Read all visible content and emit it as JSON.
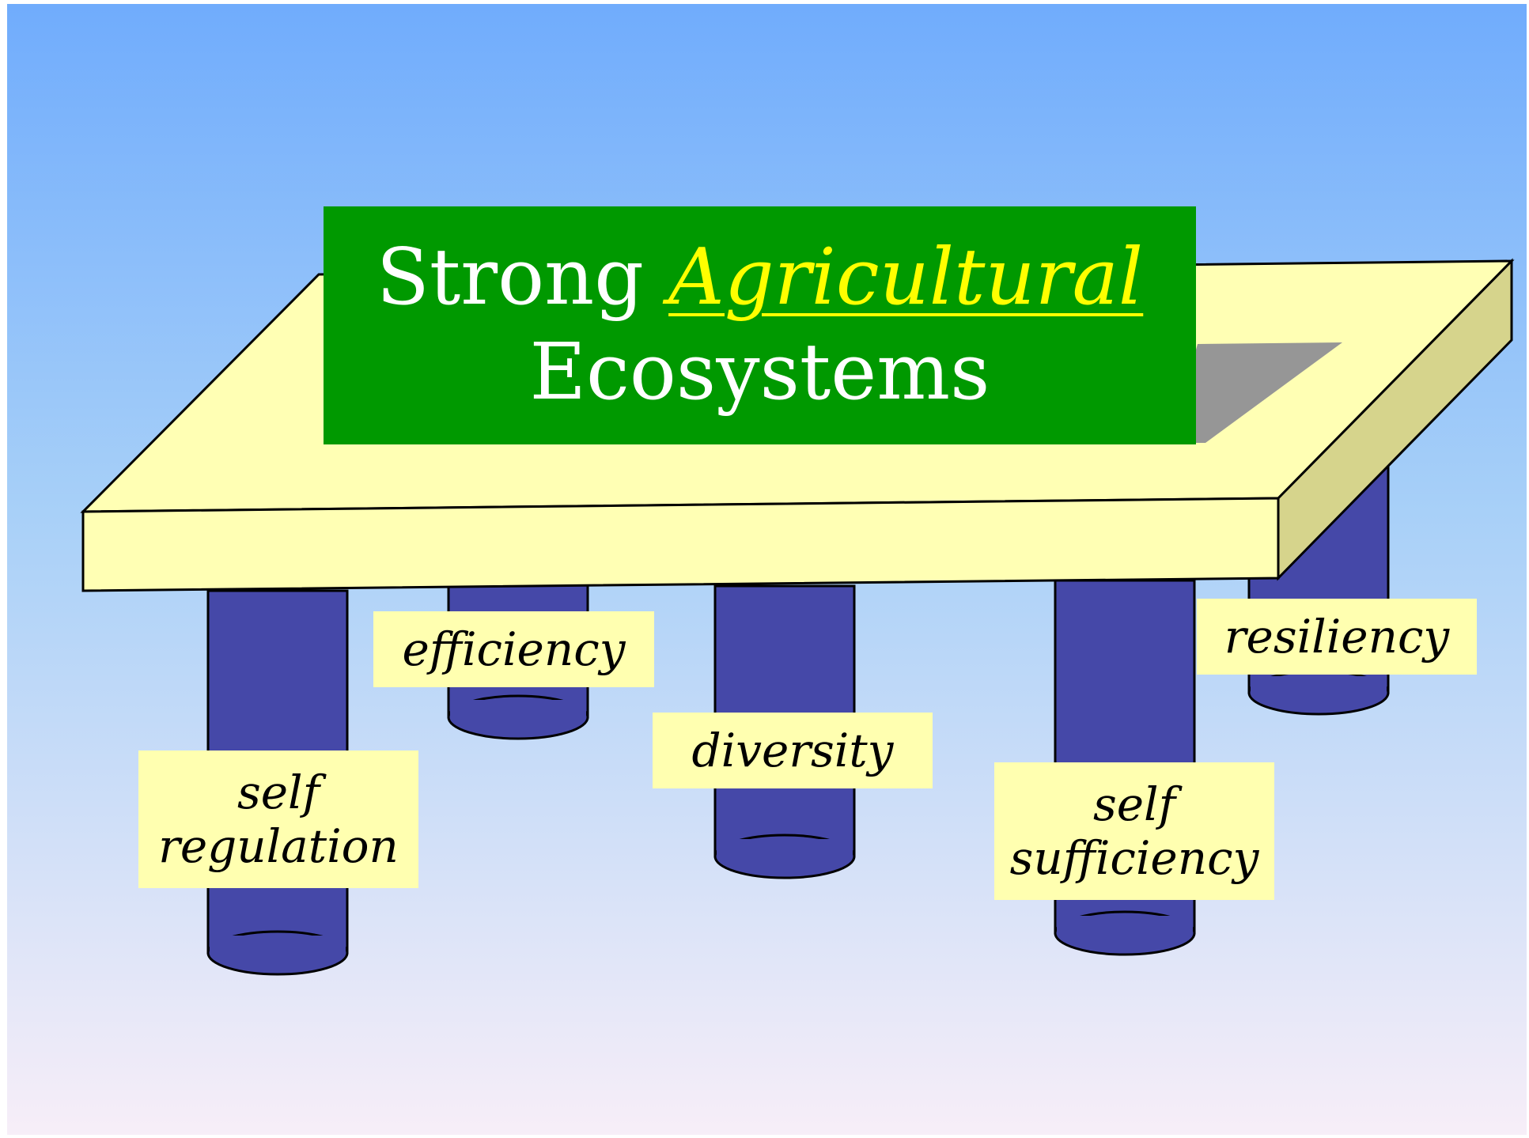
{
  "title": {
    "word1": "Strong",
    "highlight": "Agricultural",
    "line2": "Ecosystems"
  },
  "pillars": [
    {
      "id": "self-regulation",
      "lines": [
        "self",
        "regulation"
      ]
    },
    {
      "id": "efficiency",
      "lines": [
        "efficiency"
      ]
    },
    {
      "id": "diversity",
      "lines": [
        "diversity"
      ]
    },
    {
      "id": "self-sufficiency",
      "lines": [
        "self",
        "sufficiency"
      ]
    },
    {
      "id": "resiliency",
      "lines": [
        "resiliency"
      ]
    }
  ],
  "colors": {
    "background_top": "#70acfc",
    "background_bottom": "#f7eef8",
    "table_top": "#ffffb4",
    "table_side": "#d6d48c",
    "shadow": "#969696",
    "pillar": "#4548a8",
    "label_bg": "#ffffb0",
    "title_bg": "#009900",
    "title_text": "#ffffff",
    "title_highlight": "#ffff00"
  }
}
